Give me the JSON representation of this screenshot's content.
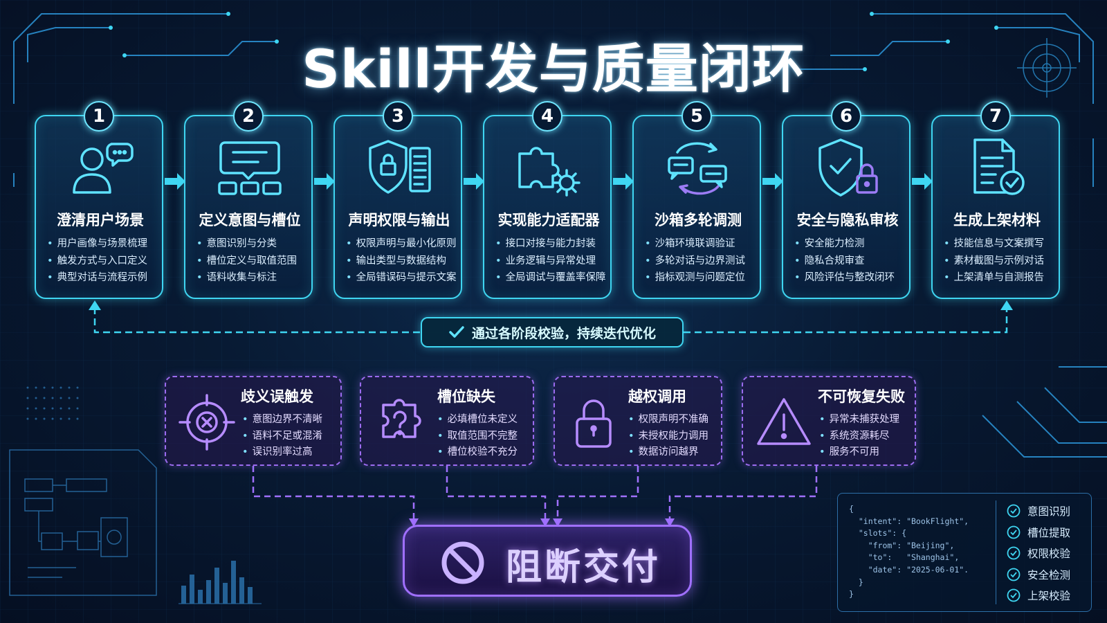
{
  "title": "Skill开发与质量闭环",
  "steps": [
    {
      "num": "1",
      "title": "澄清用户场景",
      "icon": "user-chat-icon",
      "items": [
        "用户画像与场景梳理",
        "触发方式与入口定义",
        "典型对话与流程示例"
      ]
    },
    {
      "num": "2",
      "title": "定义意图与槽位",
      "icon": "chat-slots-icon",
      "items": [
        "意图识别与分类",
        "槽位定义与取值范围",
        "语料收集与标注"
      ]
    },
    {
      "num": "3",
      "title": "声明权限与输出",
      "icon": "shield-lock-document-icon",
      "items": [
        "权限声明与最小化原则",
        "输出类型与数据结构",
        "全局错误码与提示文案"
      ]
    },
    {
      "num": "4",
      "title": "实现能力适配器",
      "icon": "puzzle-gear-icon",
      "items": [
        "接口对接与能力封装",
        "业务逻辑与异常处理",
        "全局调试与覆盖率保障"
      ]
    },
    {
      "num": "5",
      "title": "沙箱多轮调测",
      "icon": "chat-cycle-icon",
      "items": [
        "沙箱环境联调验证",
        "多轮对话与边界测试",
        "指标观测与问题定位"
      ]
    },
    {
      "num": "6",
      "title": "安全与隐私审核",
      "icon": "shield-check-lock-icon",
      "items": [
        "安全能力检测",
        "隐私合规审查",
        "风险评估与整改闭环"
      ]
    },
    {
      "num": "7",
      "title": "生成上架材料",
      "icon": "document-check-icon",
      "items": [
        "技能信息与文案撰写",
        "素材截图与示例对话",
        "上架清单与自测报告"
      ]
    }
  ],
  "loop_label": "通过各阶段校验，持续迭代优化",
  "risks": [
    {
      "title": "歧义误触发",
      "icon": "crosshair-x-icon",
      "items": [
        "意图边界不清晰",
        "语料不足或混淆",
        "误识别率过高"
      ]
    },
    {
      "title": "槽位缺失",
      "icon": "puzzle-question-icon",
      "items": [
        "必填槽位未定义",
        "取值范围不完整",
        "槽位校验不充分"
      ]
    },
    {
      "title": "越权调用",
      "icon": "padlock-icon",
      "items": [
        "权限声明不准确",
        "未授权能力调用",
        "数据访问越界"
      ]
    },
    {
      "title": "不可恢复失败",
      "icon": "warning-triangle-icon",
      "items": [
        "异常未捕获处理",
        "系统资源耗尽",
        "服务不可用"
      ]
    }
  ],
  "block_label": "阻断交付",
  "code_sample": "{\n  \"intent\": \"BookFlight\",\n  \"slots\": {\n    \"from\": \"Beijing\",\n    \"to\":   \"Shanghai\",\n    \"date\": \"2025-06-01\".\n  }\n}",
  "checks": [
    "意图识别",
    "槽位提取",
    "权限校验",
    "安全检测",
    "上架校验"
  ],
  "colors": {
    "cyan": "#3fd6f2",
    "purple": "#a070ff",
    "background": "#081a33"
  }
}
